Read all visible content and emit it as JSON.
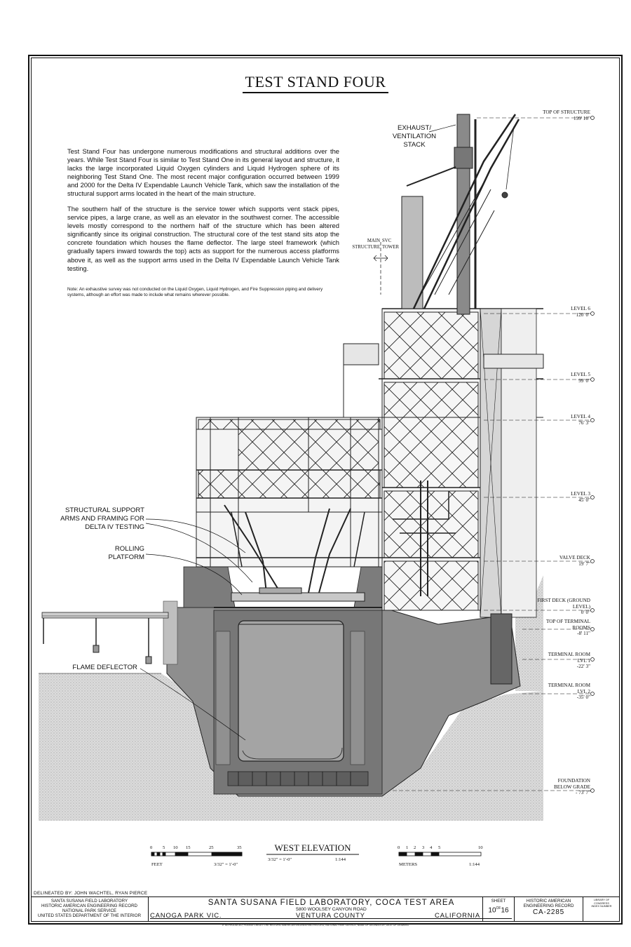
{
  "title": "TEST STAND FOUR",
  "description": {
    "paragraph1": "Test Stand Four has undergone numerous modifications and structural additions over the years. While Test Stand Four is similar to Test Stand One in its general layout and structure, it lacks the large incorporated Liquid Oxygen cylinders and Liquid Hydrogen sphere of its neighboring Test Stand One. The most recent major configuration occurred between 1999 and 2000 for the Delta IV Expendable Launch Vehicle Tank, which saw the installation of the structural support arms located in the heart of the main structure.",
    "paragraph2": "The southern half of the structure is the service tower which supports vent stack pipes, service pipes, a large crane, as well as an elevator in the southwest corner. The accessible levels mostly correspond to the northern half of the structure which has been altered significantly since its original construction. The structural core of the test stand sits atop the concrete foundation which houses the flame deflector. The large steel framework (which gradually tapers inward towards the top) acts as support for the numerous access platforms above it, as well as the support arms used in the Delta IV Expendable Launch Vehicle Tank testing.",
    "note": "Note: An exhaustive survey was not conducted on the Liquid Oxygen, Liquid Hydrogen, and Fire Suppression piping and delivery systems, although an effort was made to include what remains wherever possible."
  },
  "callouts": {
    "exhaust": "EXHAUST/ VENTILATION STACK",
    "main": "MAIN",
    "svc": "SVC",
    "structure": "STRUCTURE",
    "tower": "TOWER",
    "support_arms": "STRUCTURAL SUPPORT ARMS AND FRAMING FOR DELTA IV TESTING",
    "rolling": "ROLLING PLATFORM",
    "flame": "FLAME DEFLECTOR"
  },
  "levels": [
    {
      "name": "TOP OF STRUCTURE",
      "elev": "199' 10\""
    },
    {
      "name": "LEVEL 6",
      "elev": "120' 0\""
    },
    {
      "name": "LEVEL 5",
      "elev": "99' 0\""
    },
    {
      "name": "LEVEL 4",
      "elev": "76' 3\""
    },
    {
      "name": "LEVEL 3",
      "elev": "45' 0\""
    },
    {
      "name": "VALVE DECK",
      "elev": "19' 7\""
    },
    {
      "name": "FIRST DECK (GROUND LEVEL)",
      "elev": "0' 0\""
    },
    {
      "name": "TOP OF TERMINAL ROOMS",
      "elev": "-8' 11\""
    },
    {
      "name": "TERMINAL ROOM LVL 1",
      "elev": "-22' 3\""
    },
    {
      "name": "TERMINAL ROOM LVL 2",
      "elev": "-35' 0\""
    },
    {
      "name": "FOUNDATION BELOW GRADE",
      "elev": "- 73' 7\""
    }
  ],
  "view_title": "WEST ELEVATION",
  "scale_imperial": "3/32\" = 1'-0\"",
  "scale_ratio": "1:144",
  "feet_scale": {
    "ticks": [
      "0",
      "5",
      "10",
      "15",
      "25",
      "35"
    ],
    "unit": "FEET",
    "ratio": "3/32\" = 1'-0\""
  },
  "meter_scale": {
    "ticks": [
      "0",
      "1",
      "2",
      "3",
      "4",
      "5",
      "10"
    ],
    "unit": "METERS",
    "ratio": "1:144"
  },
  "delineated": "DELINEATED BY:   JOHN WACHTEL, RYAN PIERCE",
  "title_block": {
    "agency_lines": [
      "SANTA SUSANA FIELD LABORATORY",
      "HISTORIC AMERICAN ENGINEERING RECORD",
      "NATIONAL PARK SERVICE",
      "UNITED STATES DEPARTMENT OF THE INTERIOR"
    ],
    "project": "SANTA SUSANA FIELD LABORATORY, COCA TEST AREA",
    "address": "5800 WOOLSEY CANYON ROAD",
    "vicinity": "CANOGA PARK VIC.",
    "county": "VENTURA COUNTY",
    "state": "CALIFORNIA",
    "sheet_label": "SHEET",
    "sheet": "10",
    "of": "OF",
    "total": "16",
    "haer_lines": [
      "HISTORIC AMERICAN",
      "ENGINEERING RECORD"
    ],
    "haer_number": "CA-2285",
    "loc_lines": [
      "LIBRARY OF",
      "CONGRESS",
      "INDEX NUMBER"
    ]
  },
  "footer": "IF REPRODUCED, PLEASE CREDIT: THE HISTORIC AMERICAN ENGINEERING RECORD, NATIONAL PARK SERVICE, NAME OF DELINEATOR, DATE OF DRAWING",
  "colors": {
    "ink": "#111111",
    "concrete": "#8c8c8c",
    "concrete_dark": "#6e6e6e",
    "deflector": "#a8a8a8",
    "soil": "#d8d8d8"
  }
}
